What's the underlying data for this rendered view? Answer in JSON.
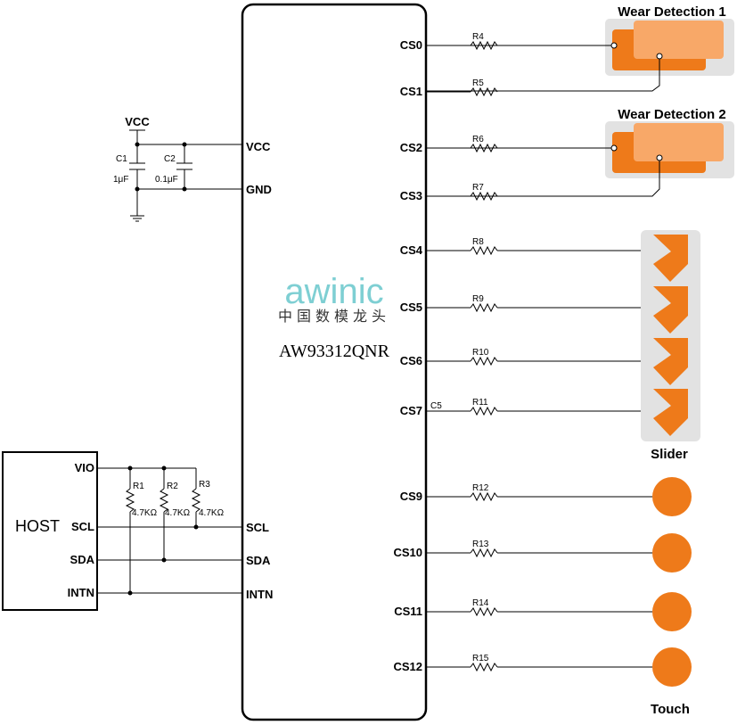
{
  "chip": {
    "part_number": "AW93312QNR",
    "brand": "awinic",
    "brand_cn": "中国数模龙头",
    "left_pins": [
      "VCC",
      "GND",
      "SCL",
      "SDA",
      "INTN"
    ],
    "right_pins": [
      {
        "pin": "CS0",
        "resistor": "R4"
      },
      {
        "pin": "CS1",
        "resistor": "R5"
      },
      {
        "pin": "CS2",
        "resistor": "R6"
      },
      {
        "pin": "CS3",
        "resistor": "R7"
      },
      {
        "pin": "CS4",
        "resistor": "R8"
      },
      {
        "pin": "CS5",
        "resistor": "R9"
      },
      {
        "pin": "CS6",
        "resistor": "R10"
      },
      {
        "pin": "CS7",
        "resistor": "R11"
      },
      {
        "pin": "CS9",
        "resistor": "R12"
      },
      {
        "pin": "CS10",
        "resistor": "R13"
      },
      {
        "pin": "CS11",
        "resistor": "R14"
      },
      {
        "pin": "CS12",
        "resistor": "R15"
      }
    ],
    "cs7_note": "C5"
  },
  "power": {
    "supply": "VCC",
    "c1_name": "C1",
    "c1_value": "1μF",
    "c2_name": "C2",
    "c2_value": "0.1μF"
  },
  "host": {
    "title": "HOST",
    "pins": [
      "VIO",
      "SCL",
      "SDA",
      "INTN"
    ],
    "pullups": [
      {
        "name": "R1",
        "value": "4.7KΩ"
      },
      {
        "name": "R2",
        "value": "4.7KΩ"
      },
      {
        "name": "R3",
        "value": "4.7KΩ"
      }
    ]
  },
  "sensors": {
    "wear1_title": "Wear Detection 1",
    "wear2_title": "Wear Detection 2",
    "slider_title": "Slider",
    "touch_title": "Touch"
  },
  "colors": {
    "orange": "#ee7a1a",
    "light_orange": "#f8a868",
    "pad_bg": "#e2e2e2",
    "brand_teal": "#7ecfd3"
  }
}
